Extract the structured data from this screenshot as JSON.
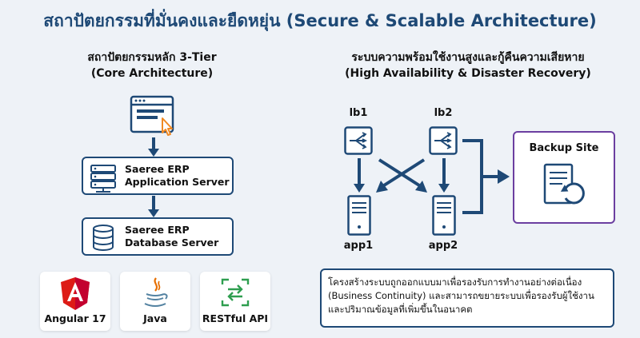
{
  "title": "สถาปัตยกรรมที่มั่นคงและยืดหยุ่น (Secure & Scalable Architecture)",
  "left_panel": {
    "heading_line1": "สถาปัตยกรรมหลัก 3-Tier",
    "heading_line2": "(Core Architecture)",
    "app_server": {
      "line1": "Saeree ERP",
      "line2": "Application Server"
    },
    "db_server": {
      "line1": "Saeree ERP",
      "line2": "Database Server"
    },
    "tech": [
      {
        "label": "Angular 17",
        "icon": "angular-logo-icon"
      },
      {
        "label": "Java",
        "icon": "java-cup-icon"
      },
      {
        "label": "RESTful API",
        "icon": "api-exchange-icon"
      }
    ]
  },
  "right_panel": {
    "heading_line1": "ระบบความพร้อมใช้งานสูงและกู้คืนความเสียหาย",
    "heading_line2": "(High Availability & Disaster Recovery)",
    "lb1": "lb1",
    "lb2": "lb2",
    "app1": "app1",
    "app2": "app2",
    "backup_site": "Backup Site",
    "note": "โครงสร้างระบบถูกออกแบบมาเพื่อรองรับการทำงานอย่างต่อเนื่อง (Business Continuity) และสามารถขยายระบบเพื่อรองรับผู้ใช้งานและปริมาณข้อมูลที่เพิ่มขึ้นในอนาคต"
  },
  "colors": {
    "primary": "#1e4976",
    "backup_border": "#6b3fa0",
    "cursor": "#f08a24",
    "angular": "#dd1b16",
    "java": "#e76f00",
    "api": "#2e9e4f",
    "background": "#eef2f7"
  }
}
